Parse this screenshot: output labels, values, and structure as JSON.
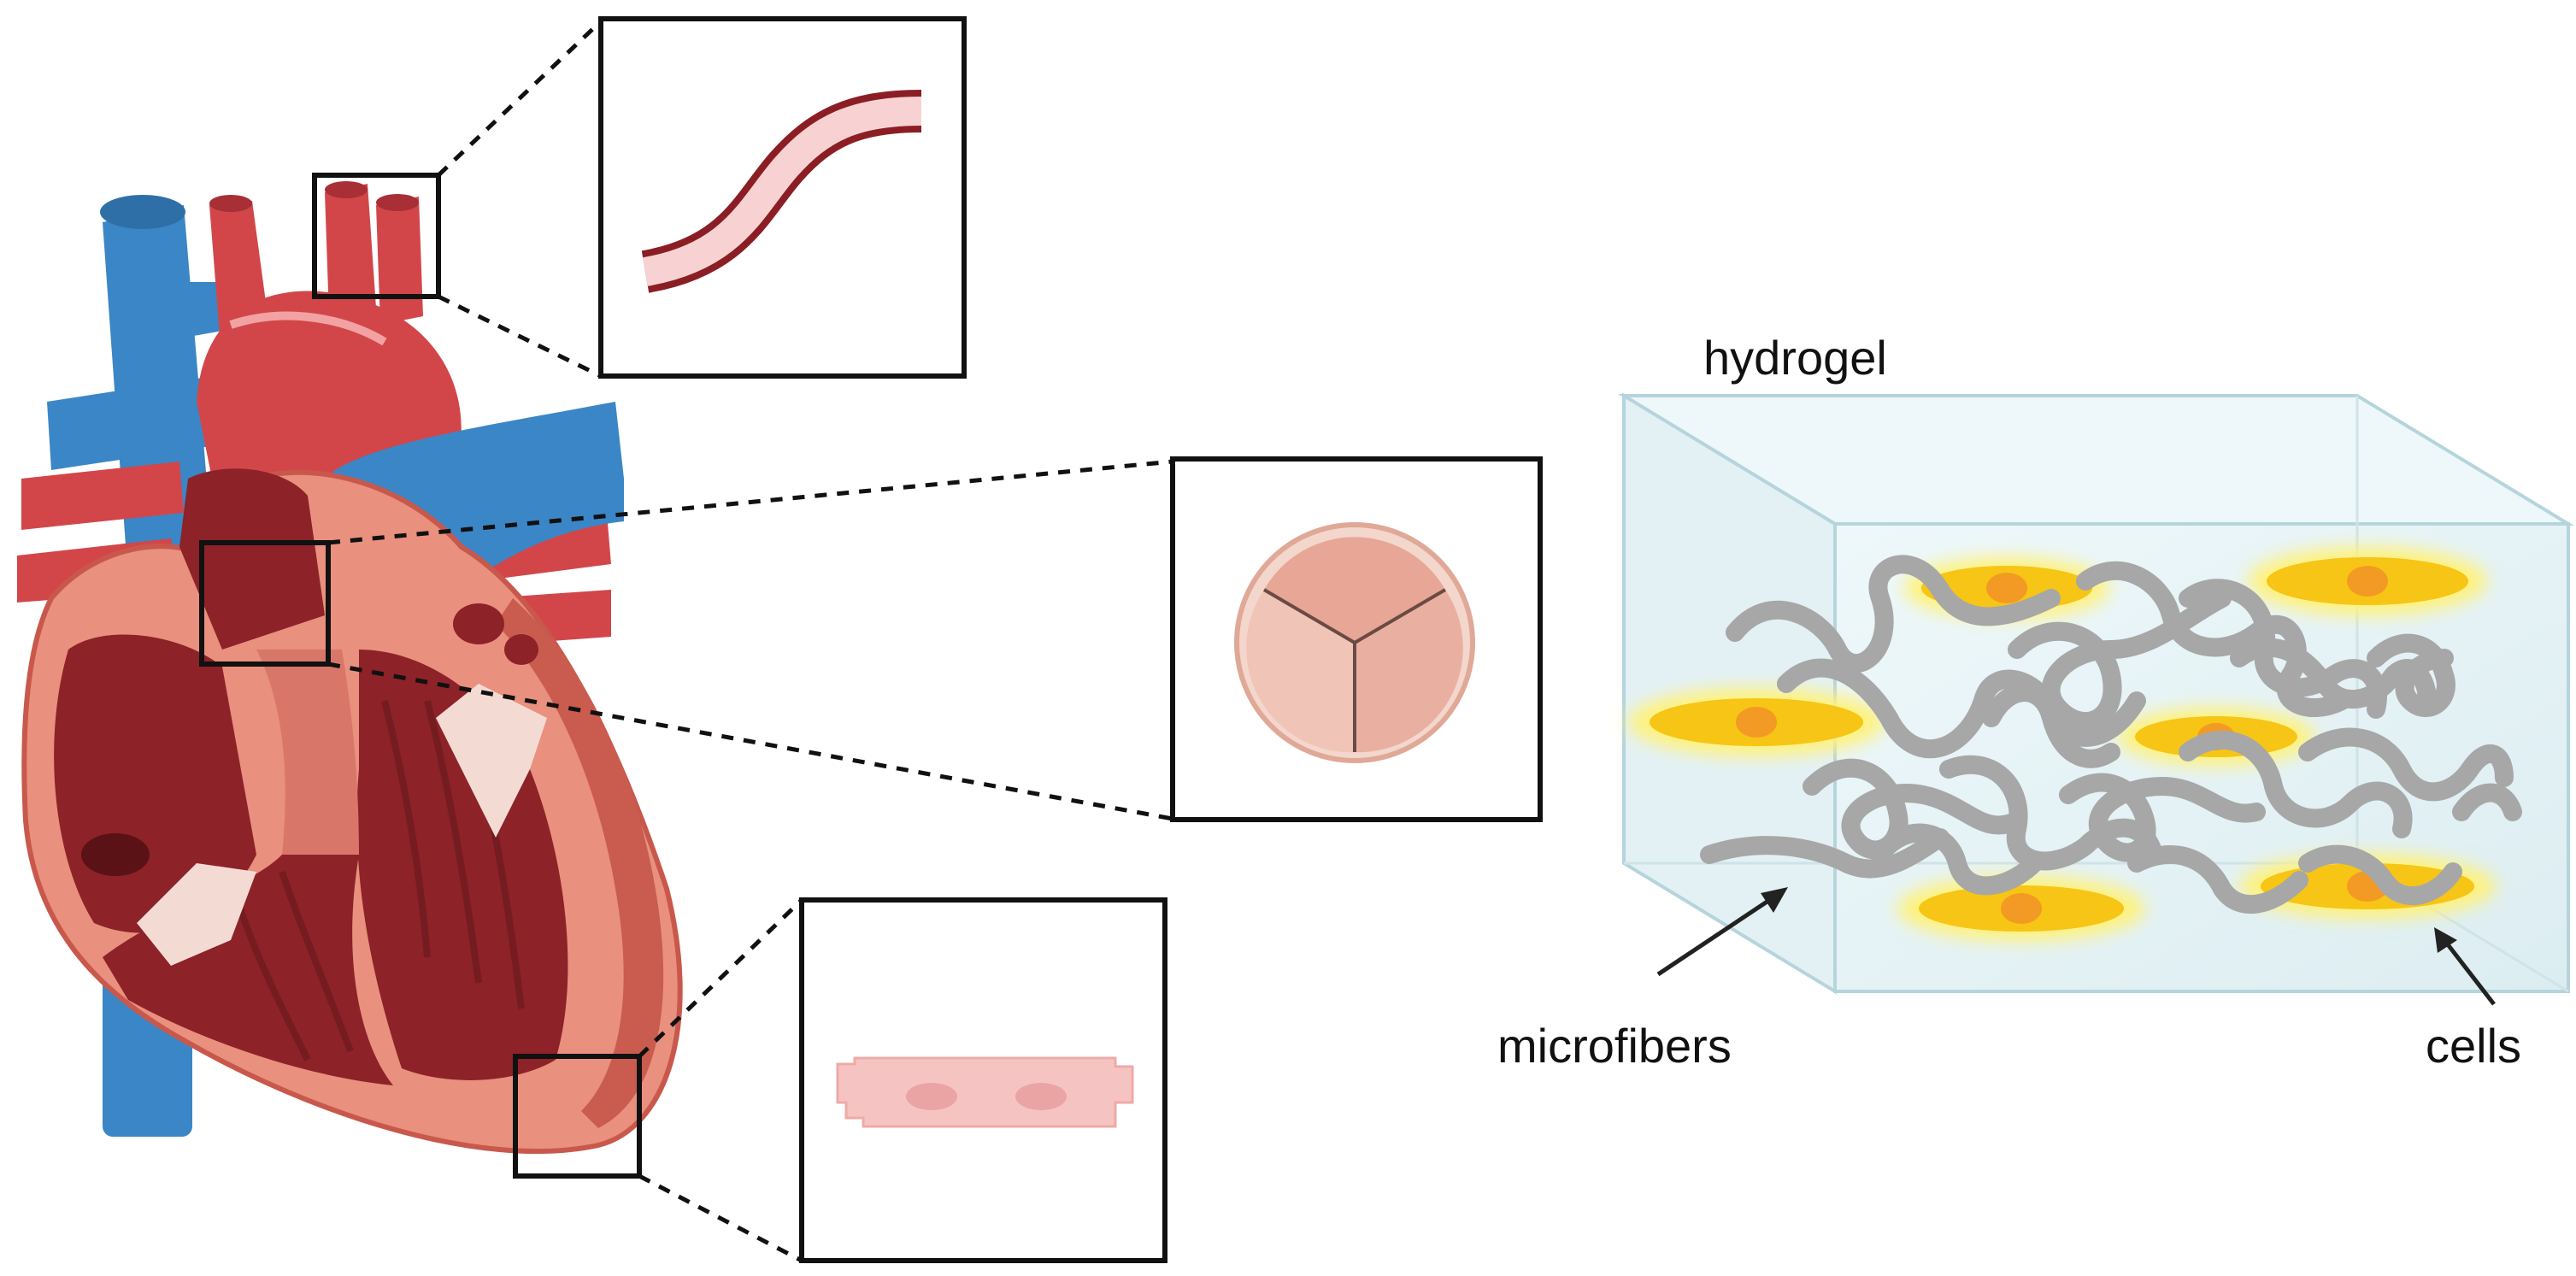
{
  "labels": {
    "hydrogel": "hydrogel",
    "microfibers": "microfibers",
    "cells": "cells"
  },
  "colors": {
    "artery_red": "#d2464a",
    "vein_blue": "#3b86c6",
    "myocardium": "#e9907e",
    "chamber_dark": "#8d2228",
    "valve_pink": "#ecb3a6",
    "cell_pink": "#f5c4c2",
    "hydrogel_face": "#e6f3f6",
    "hydrogel_edge": "#b6d4dc",
    "fiber_gray": "#a7a7a7",
    "cell_yellow": "#f7c515",
    "cell_nucleus": "#f39a24"
  }
}
